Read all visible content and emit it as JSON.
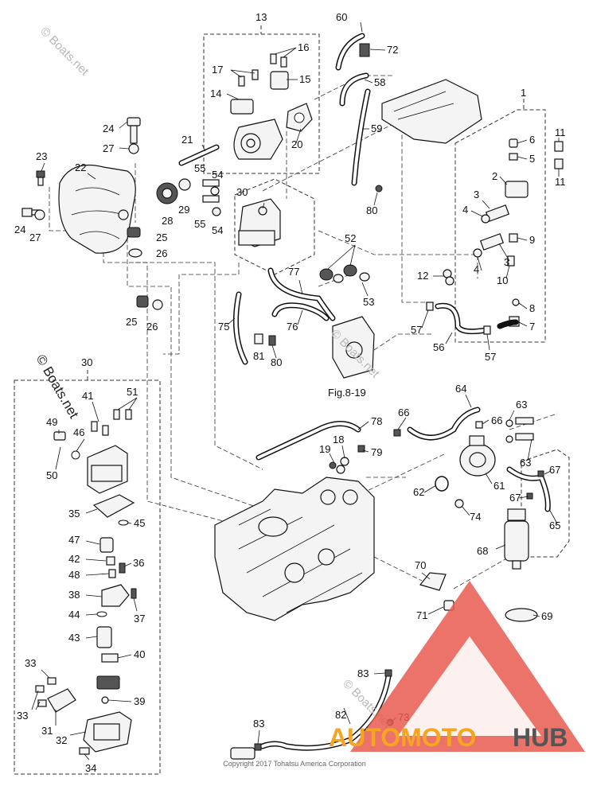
{
  "figure": {
    "callouts": [
      "1",
      "2",
      "3",
      "4",
      "5",
      "6",
      "7",
      "8",
      "9",
      "10",
      "11",
      "12",
      "13",
      "14",
      "15",
      "16",
      "17",
      "18",
      "19",
      "20",
      "21",
      "22",
      "23",
      "24",
      "25",
      "26",
      "27",
      "28",
      "29",
      "30",
      "31",
      "32",
      "33",
      "34",
      "35",
      "36",
      "37",
      "38",
      "39",
      "40",
      "41",
      "42",
      "43",
      "44",
      "45",
      "46",
      "47",
      "48",
      "49",
      "50",
      "51",
      "52",
      "53",
      "54",
      "55",
      "56",
      "57",
      "58",
      "59",
      "60",
      "61",
      "62",
      "63",
      "64",
      "65",
      "66",
      "67",
      "68",
      "69",
      "70",
      "71",
      "72",
      "73",
      "74",
      "75",
      "76",
      "77",
      "78",
      "79",
      "80",
      "81",
      "82",
      "83"
    ],
    "reference": "Fig.8-19",
    "copyright": "Copyright 2017 Tohatsu America Corporation"
  },
  "watermarks": {
    "boats_net": "© Boats.net",
    "logo_part1": "AUTOMOTO",
    "logo_part2": "HUB",
    "logo_colors": {
      "triangle": "#e85a50",
      "auto": "#f4a623",
      "hub": "#555555"
    }
  }
}
